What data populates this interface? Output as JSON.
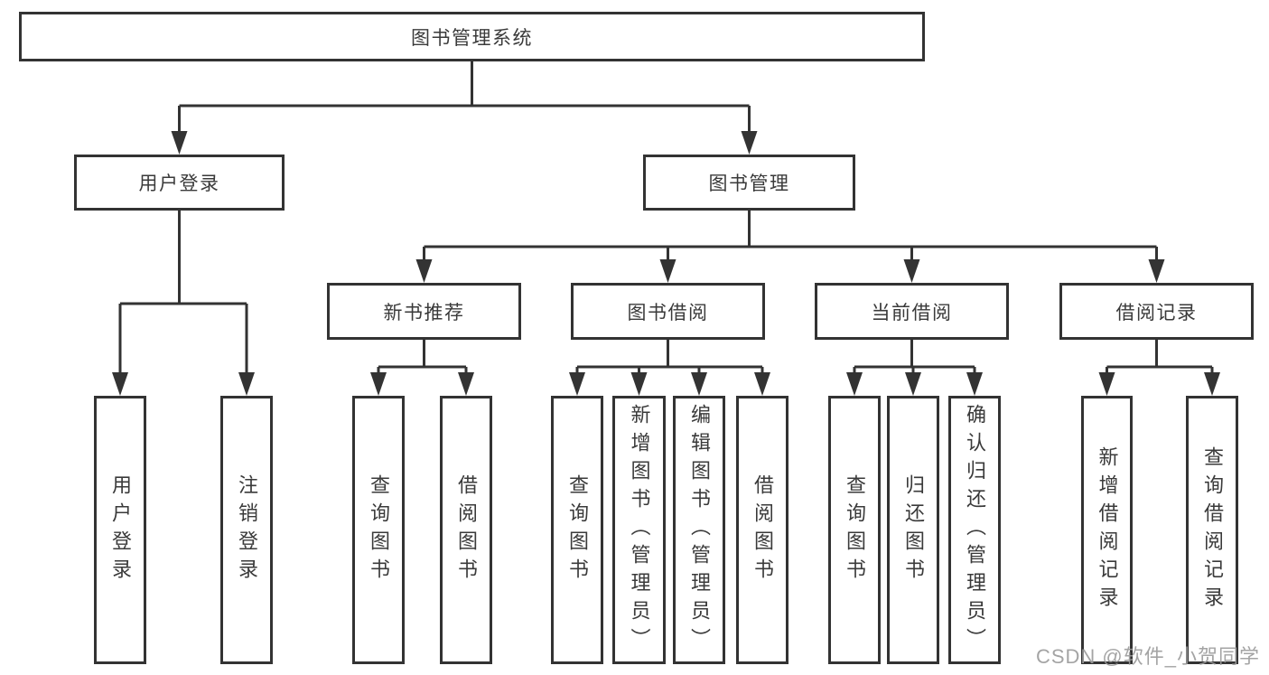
{
  "diagram": {
    "root": {
      "label": "图书管理系统",
      "children": [
        {
          "label": "用户登录",
          "children": [
            {
              "label": "用户登录"
            },
            {
              "label": "注销登录"
            }
          ]
        },
        {
          "label": "图书管理",
          "children": [
            {
              "label": "新书推荐",
              "children": [
                {
                  "label": "查询图书"
                },
                {
                  "label": "借阅图书"
                }
              ]
            },
            {
              "label": "图书借阅",
              "children": [
                {
                  "label": "查询图书"
                },
                {
                  "label": "新增图书（管理员）"
                },
                {
                  "label": "编辑图书（管理员）"
                },
                {
                  "label": "借阅图书"
                }
              ]
            },
            {
              "label": "当前借阅",
              "children": [
                {
                  "label": "查询图书"
                },
                {
                  "label": "归还图书"
                },
                {
                  "label": "确认归还（管理员）"
                }
              ]
            },
            {
              "label": "借阅记录",
              "children": [
                {
                  "label": "新增借阅记录"
                },
                {
                  "label": "查询借阅记录"
                }
              ]
            }
          ]
        }
      ]
    }
  },
  "watermark": {
    "text": "CSDN @软件_小贺同学"
  },
  "colors": {
    "line": "#333333",
    "text": "#3a3a3a",
    "watermark": "#9a9a9a",
    "background": "#ffffff"
  }
}
